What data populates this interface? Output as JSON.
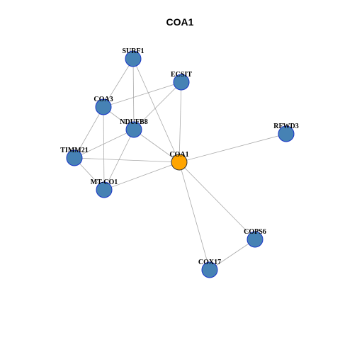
{
  "title": "COA1",
  "colors": {
    "default_node_fill": "#4682b4",
    "default_node_stroke": "#1a35c8",
    "focus_node_fill": "#ffa500",
    "focus_node_stroke": "#333333",
    "edge": "#aaaaaa"
  },
  "nodes": [
    {
      "id": "SURF1",
      "label": "SURF1",
      "focus": false
    },
    {
      "id": "ECSIT",
      "label": "ECSIT",
      "focus": false
    },
    {
      "id": "COA3",
      "label": "COA3",
      "focus": false
    },
    {
      "id": "NDUFB8",
      "label": "NDUFB8",
      "focus": false
    },
    {
      "id": "RFWD3",
      "label": "RFWD3",
      "focus": false
    },
    {
      "id": "TIMM21",
      "label": "TIMM21",
      "focus": false
    },
    {
      "id": "COA1",
      "label": "COA1",
      "focus": true
    },
    {
      "id": "MT-CO1",
      "label": "MT-CO1",
      "focus": false
    },
    {
      "id": "COPS6",
      "label": "COPS6",
      "focus": false
    },
    {
      "id": "COX17",
      "label": "COX17",
      "focus": false
    }
  ],
  "edges": [
    [
      "SURF1",
      "COA3"
    ],
    [
      "SURF1",
      "NDUFB8"
    ],
    [
      "SURF1",
      "COA1"
    ],
    [
      "ECSIT",
      "COA3"
    ],
    [
      "ECSIT",
      "NDUFB8"
    ],
    [
      "ECSIT",
      "COA1"
    ],
    [
      "COA3",
      "NDUFB8"
    ],
    [
      "COA3",
      "TIMM21"
    ],
    [
      "COA3",
      "MT-CO1"
    ],
    [
      "NDUFB8",
      "TIMM21"
    ],
    [
      "NDUFB8",
      "MT-CO1"
    ],
    [
      "NDUFB8",
      "COA1"
    ],
    [
      "TIMM21",
      "MT-CO1"
    ],
    [
      "TIMM21",
      "COA1"
    ],
    [
      "MT-CO1",
      "COA1"
    ],
    [
      "RFWD3",
      "COA1"
    ],
    [
      "COA1",
      "COPS6"
    ],
    [
      "COA1",
      "COX17"
    ],
    [
      "COPS6",
      "COX17"
    ]
  ]
}
